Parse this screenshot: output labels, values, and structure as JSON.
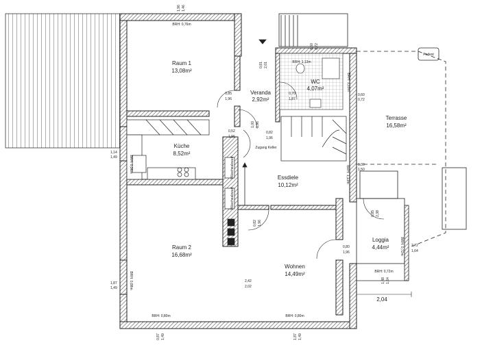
{
  "rooms": {
    "raum1": {
      "name": "Raum 1",
      "area": "13,08m²"
    },
    "veranda": {
      "name": "Veranda",
      "area": "2,92m²"
    },
    "wc": {
      "name": "WC",
      "area": "4,07m²"
    },
    "kueche": {
      "name": "Küche",
      "area": "8,52m²"
    },
    "essdiele": {
      "name": "Essdiele",
      "area": "10,12m²"
    },
    "raum2": {
      "name": "Raum 2",
      "area": "16,68m²"
    },
    "wohnen": {
      "name": "Wohnen",
      "area": "14,49m²"
    },
    "loggia": {
      "name": "Loggia",
      "area": "4,44m²"
    },
    "terrasse": {
      "name": "Terrasse",
      "area": "16,58m²"
    }
  },
  "labels": {
    "podest": "Podest",
    "zugang_keller": "Zugang Keller",
    "waescheabwurf": "Wäscheabwurf",
    "dimension_204": "2,04"
  },
  "brh": {
    "raum1_top": "BRH: 0,76m",
    "wc": "BRH: 1,13m",
    "wc_side": "BRH: 1,13m",
    "kueche_left": "BRH: 0,96m",
    "essdiele_right": "BRH: 1,13m",
    "raum2_left": "BRH: 0,88m",
    "raum2_bottom": "BRH: 0,80m",
    "wohnen_bottom": "BRH: 0,80m",
    "loggia": "BRH: 0,72m",
    "loggia_side": "BRH: 0,72m"
  },
  "door_dims": {
    "d_196_146": {
      "top": "1,96",
      "bottom": "1,46"
    },
    "d_060_072": {
      "top": "0,60",
      "bottom": "0,72"
    },
    "d_081_201": {
      "top": "0,81",
      "bottom": "2,01"
    },
    "d_085_196": {
      "top": "0,85",
      "bottom": "1,96"
    },
    "d_070_187": {
      "top": "0,70",
      "bottom": "1,87"
    },
    "d_060_072b": {
      "top": "0,60",
      "bottom": "0,72"
    },
    "d_052_196": {
      "top": "0,52",
      "bottom": "1,96"
    },
    "d_100_196": {
      "top": "1,00",
      "bottom": "1,96"
    },
    "d_082_196": {
      "top": "0,82",
      "bottom": "1,96"
    },
    "d_114_149": {
      "top": "1,14",
      "bottom": "1,49"
    },
    "d_130_150": {
      "top": "1,30",
      "bottom": "1,50"
    },
    "d_085_238": {
      "top": "0,85",
      "bottom": "2,38"
    },
    "d_082_196b": {
      "top": "0,82",
      "bottom": "1,96"
    },
    "d_080_196": {
      "top": "0,80",
      "bottom": "1,96"
    },
    "d_272_164": {
      "top": "2,72",
      "bottom": "1,64"
    },
    "d_187_149": {
      "top": "1,87",
      "bottom": "1,49"
    },
    "d_242_202": {
      "top": "2,42",
      "bottom": "2,02"
    },
    "d_148_164": {
      "top": "1,48",
      "bottom": "1,64"
    },
    "d_087_149": {
      "top": "0,87",
      "bottom": "1,49"
    },
    "d_187_149b": {
      "top": "1,87",
      "bottom": "1,49"
    }
  },
  "colors": {
    "wall": "#ffffff",
    "hatch": "#555555",
    "line": "#222222",
    "tile": "#9a9a9a"
  }
}
